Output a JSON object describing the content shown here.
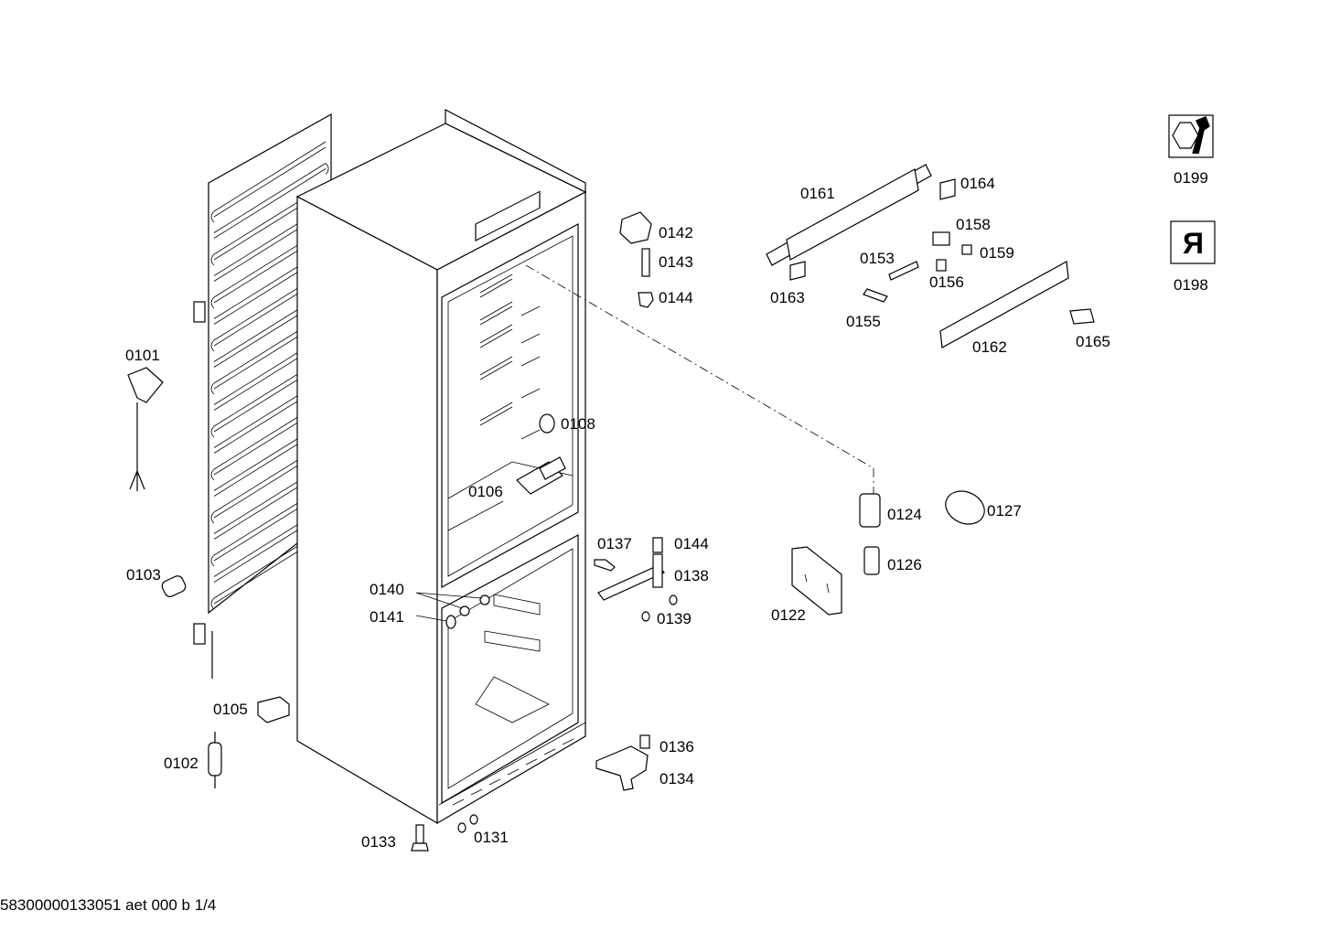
{
  "parts": [
    {
      "id": "p0101",
      "label": "0101"
    },
    {
      "id": "p0102",
      "label": "0102"
    },
    {
      "id": "p0103",
      "label": "0103"
    },
    {
      "id": "p0105",
      "label": "0105"
    },
    {
      "id": "p0106",
      "label": "0106"
    },
    {
      "id": "p0108",
      "label": "0108"
    },
    {
      "id": "p0122",
      "label": "0122"
    },
    {
      "id": "p0124",
      "label": "0124"
    },
    {
      "id": "p0126",
      "label": "0126"
    },
    {
      "id": "p0127",
      "label": "0127"
    },
    {
      "id": "p0131",
      "label": "0131"
    },
    {
      "id": "p0133",
      "label": "0133"
    },
    {
      "id": "p0134",
      "label": "0134"
    },
    {
      "id": "p0136",
      "label": "0136"
    },
    {
      "id": "p0137",
      "label": "0137"
    },
    {
      "id": "p0138",
      "label": "0138"
    },
    {
      "id": "p0139",
      "label": "0139"
    },
    {
      "id": "p0140",
      "label": "0140"
    },
    {
      "id": "p0141",
      "label": "0141"
    },
    {
      "id": "p0142",
      "label": "0142"
    },
    {
      "id": "p0143",
      "label": "0143"
    },
    {
      "id": "p0144a",
      "label": "0144"
    },
    {
      "id": "p0144b",
      "label": "0144"
    },
    {
      "id": "p0153",
      "label": "0153"
    },
    {
      "id": "p0155",
      "label": "0155"
    },
    {
      "id": "p0156",
      "label": "0156"
    },
    {
      "id": "p0158",
      "label": "0158"
    },
    {
      "id": "p0159",
      "label": "0159"
    },
    {
      "id": "p0161",
      "label": "0161"
    },
    {
      "id": "p0162",
      "label": "0162"
    },
    {
      "id": "p0163",
      "label": "0163"
    },
    {
      "id": "p0164",
      "label": "0164"
    },
    {
      "id": "p0165",
      "label": "0165"
    },
    {
      "id": "p0198",
      "label": "0198"
    },
    {
      "id": "p0199",
      "label": "0199"
    }
  ],
  "icons": {
    "tool": "wrench-nut-icon",
    "spare": "mirrored-r-icon",
    "spare_glyph": "R"
  },
  "footer": {
    "reference": "58300000133051 aet 000 b 1/4"
  }
}
